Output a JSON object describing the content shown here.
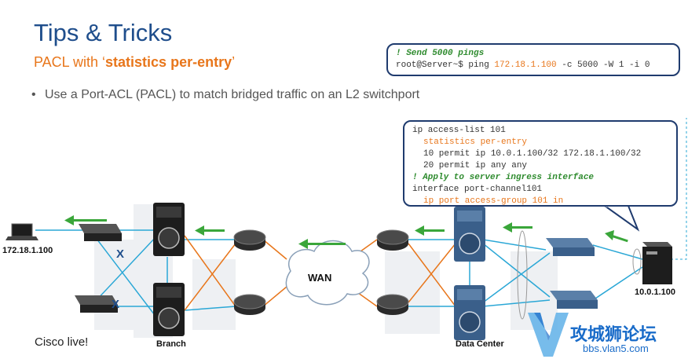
{
  "slide": {
    "title": "Tips & Tricks",
    "subtitle_prefix": "PACL with ‘",
    "subtitle_bold": "statistics per-entry",
    "subtitle_suffix": "’",
    "bullet_marker": "•",
    "bullet_text": "Use a Port-ACL (PACL) to match bridged traffic on an L2 switchport"
  },
  "code_ping": {
    "comment": "! Send 5000 pings",
    "prompt": "root@Server~$ ping ",
    "ip": "172.18.1.100",
    "args": " -c 5000 -W 1 -i 0"
  },
  "code_acl": {
    "line1": "ip access-list 101",
    "line2": "statistics per-entry",
    "line3": "10 permit ip 10.0.1.100/32 172.18.1.100/32",
    "line4": "20 permit ip any any",
    "line5": "! Apply to server ingress interface",
    "line6": "interface port-channel101",
    "line7": "ip port access-group 101 in"
  },
  "diagram": {
    "host_left_ip": "172.18.1.100",
    "host_right_ip": "10.0.1.100",
    "wan_label": "WAN",
    "branch_label": "Branch",
    "datacenter_label": "Data Center",
    "blocked_marker": "X",
    "colors": {
      "blue_link": "#2aa7d6",
      "orange_link": "#e8761b",
      "arrow_green": "#3aa63a",
      "device_dark": "#1d1d1d",
      "router_blue": "#3a5f8a"
    }
  },
  "branding": {
    "logo": "Cisco live!",
    "watermark_cn": "攻城狮论坛",
    "watermark_url": "bbs.vlan5.com"
  }
}
